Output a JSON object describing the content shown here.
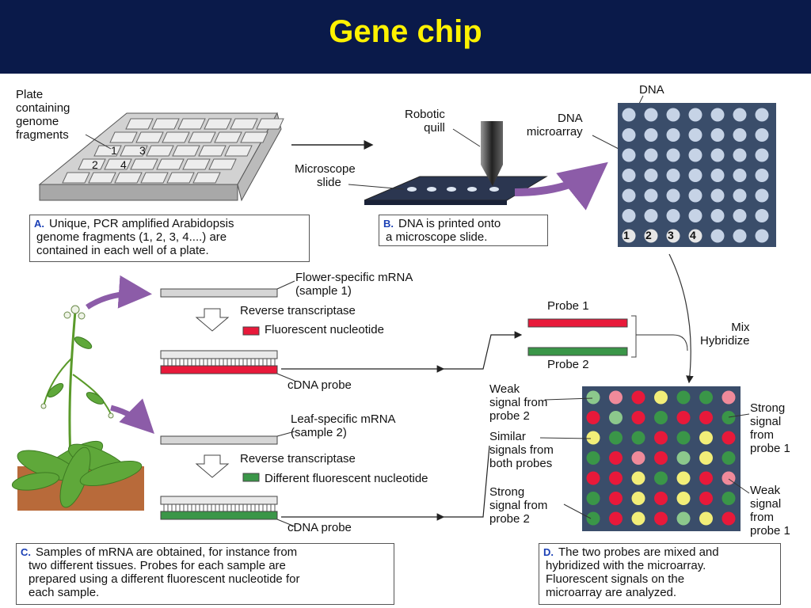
{
  "title": "Gene chip",
  "colors": {
    "header_bg": "#0a1a4a",
    "title": "#fff200",
    "red_probe": "#e8193a",
    "green_probe": "#3a9648",
    "array_bg": "#3a4d6a",
    "spot": "#c6d3e6",
    "purple_arrow": "#8c5ca8"
  },
  "plate": {
    "label": [
      "Plate",
      "containing",
      "genome",
      "fragments"
    ],
    "wells": [
      "1",
      "2",
      "3",
      "4"
    ]
  },
  "slide": {
    "quill_label": [
      "Robotic",
      "quill"
    ],
    "slide_label": [
      "Microscope",
      "slide"
    ]
  },
  "microarray": {
    "label_top": "DNA",
    "label_side": [
      "DNA",
      "microarray"
    ],
    "numbers": [
      "1",
      "2",
      "3",
      "4"
    ]
  },
  "box_a": {
    "letter": "A.",
    "lines": [
      "Unique, PCR amplified Arabidopsis",
      "genome fragments (1, 2, 3, 4....) are",
      "contained in each well of a plate."
    ]
  },
  "box_b": {
    "letter": "B.",
    "lines": [
      "DNA is printed onto",
      "a microscope slide."
    ]
  },
  "sample1": {
    "mrna_label": [
      "Flower-specific mRNA",
      "(sample 1)"
    ],
    "rt_label": "Reverse transcriptase",
    "nucleotide_label": "Fluorescent nucleotide",
    "probe_label": "cDNA probe"
  },
  "sample2": {
    "mrna_label": [
      "Leaf-specific mRNA",
      "(sample 2)"
    ],
    "rt_label": "Reverse transcriptase",
    "nucleotide_label": "Different fluorescent nucleotide",
    "probe_label": "cDNA probe"
  },
  "probes": {
    "probe1": "Probe 1",
    "probe2": "Probe 2",
    "mix": [
      "Mix",
      "Hybridize"
    ]
  },
  "annotations": {
    "weak2": [
      "Weak",
      "signal from",
      "probe 2"
    ],
    "similar": [
      "Similar",
      "signals from",
      "both probes"
    ],
    "strong2": [
      "Strong",
      "signal from",
      "probe 2"
    ],
    "strong1": [
      "Strong",
      "signal",
      "from",
      "probe 1"
    ],
    "weak1": [
      "Weak",
      "signal",
      "from",
      "probe 1"
    ]
  },
  "box_c": {
    "letter": "C.",
    "lines": [
      "Samples of mRNA are obtained, for instance from",
      "two different tissues. Probes for each sample are",
      "prepared using a different fluorescent nucleotide for",
      "each sample."
    ]
  },
  "box_d": {
    "letter": "D.",
    "lines": [
      "The two probes are mixed and",
      "hybridized with the microarray.",
      "Fluorescent signals on the",
      "microarray are analyzed."
    ]
  }
}
